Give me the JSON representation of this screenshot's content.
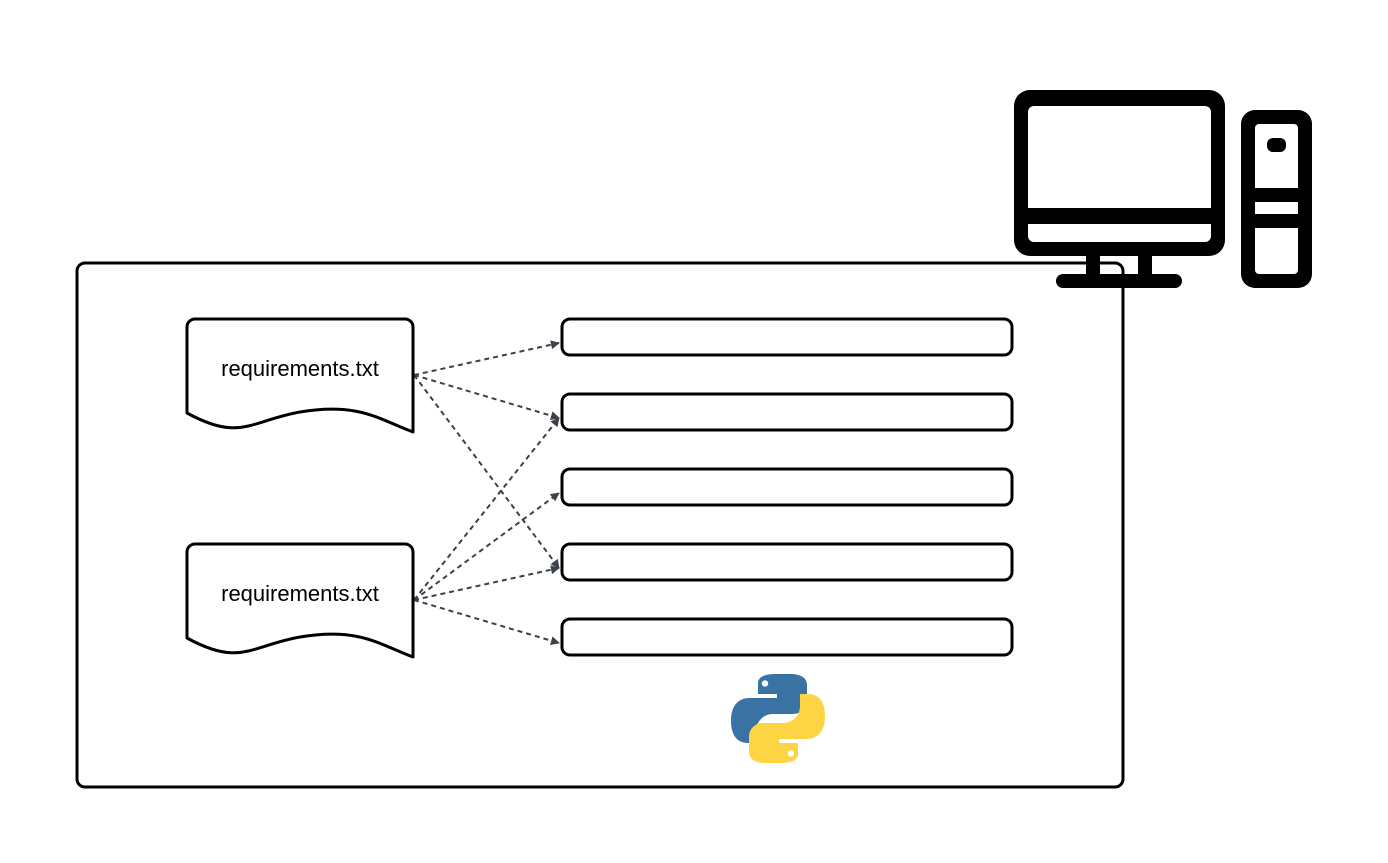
{
  "documents": [
    {
      "label": "requirements.txt"
    },
    {
      "label": "requirements.txt"
    }
  ],
  "packages": [
    {
      "label": ""
    },
    {
      "label": ""
    },
    {
      "label": ""
    },
    {
      "label": ""
    },
    {
      "label": ""
    }
  ],
  "links": [
    {
      "from": 0,
      "to": 0
    },
    {
      "from": 0,
      "to": 1
    },
    {
      "from": 0,
      "to": 3
    },
    {
      "from": 1,
      "to": 1
    },
    {
      "from": 1,
      "to": 2
    },
    {
      "from": 1,
      "to": 3
    },
    {
      "from": 1,
      "to": 4
    }
  ],
  "icons": {
    "computer": "desktop-computer-icon",
    "python": "python-logo-icon"
  },
  "colors": {
    "stroke": "#000000",
    "arrow": "#3c4049",
    "python_blue": "#3a72a4",
    "python_yellow": "#fdd444"
  }
}
